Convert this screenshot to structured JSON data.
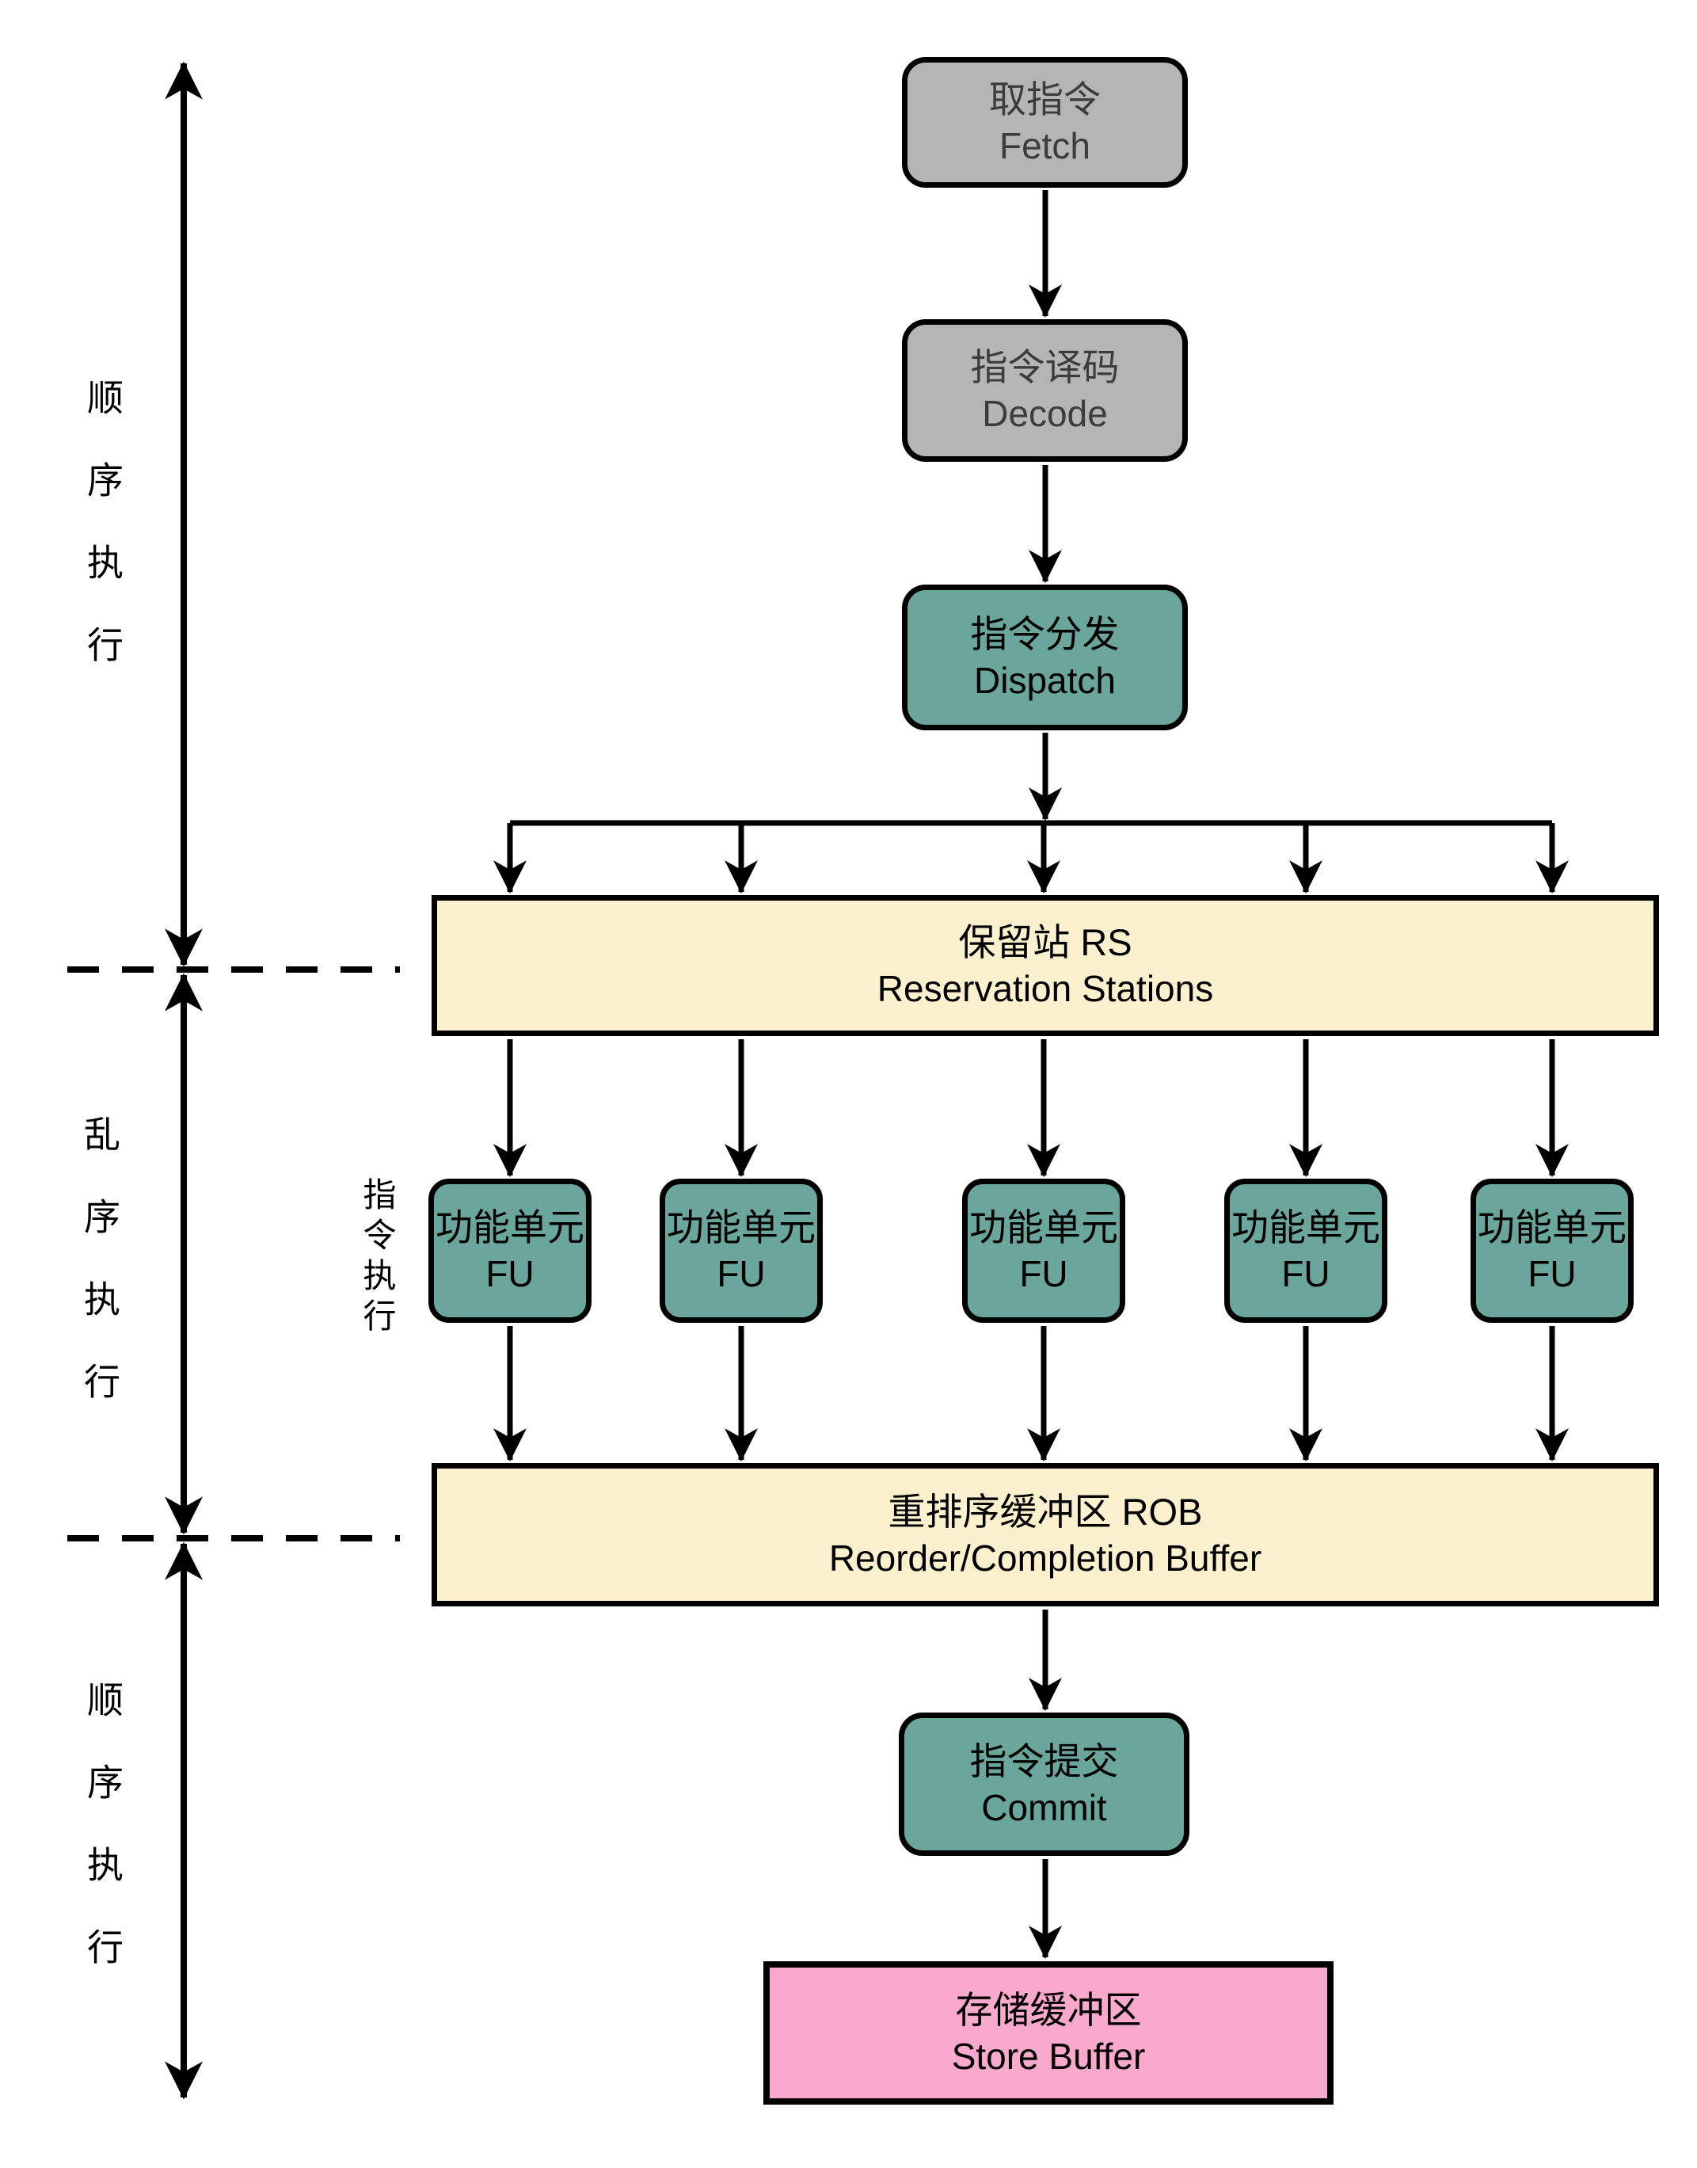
{
  "colors": {
    "line": "#000000",
    "gray_fill": "#b5b5b5",
    "gray_text": "#3c3c3c",
    "teal_fill": "#6aa69b",
    "cream_fill": "#fbf1cf",
    "pink_fill": "#f8a9cc",
    "bg": "#ffffff"
  },
  "side_labels": [
    {
      "id": "in-order-top",
      "text": "顺序执行"
    },
    {
      "id": "out-of-order",
      "text": "乱序执行"
    },
    {
      "id": "in-order-bottom",
      "text": "顺序执行"
    },
    {
      "id": "instruction-execute",
      "text": "指令执行"
    }
  ],
  "nodes": {
    "fetch": {
      "zh": "取指令",
      "en": "Fetch"
    },
    "decode": {
      "zh": "指令译码",
      "en": "Decode"
    },
    "dispatch": {
      "zh": "指令分发",
      "en": "Dispatch"
    },
    "rs": {
      "zh": "保留站 RS",
      "en": "Reservation Stations"
    },
    "fu": {
      "zh": "功能单元",
      "en": "FU"
    },
    "rob": {
      "zh": "重排序缓冲区 ROB",
      "en": "Reorder/Completion Buffer"
    },
    "commit": {
      "zh": "指令提交",
      "en": "Commit"
    },
    "store_buffer": {
      "zh": "存储缓冲区",
      "en": "Store Buffer"
    }
  }
}
